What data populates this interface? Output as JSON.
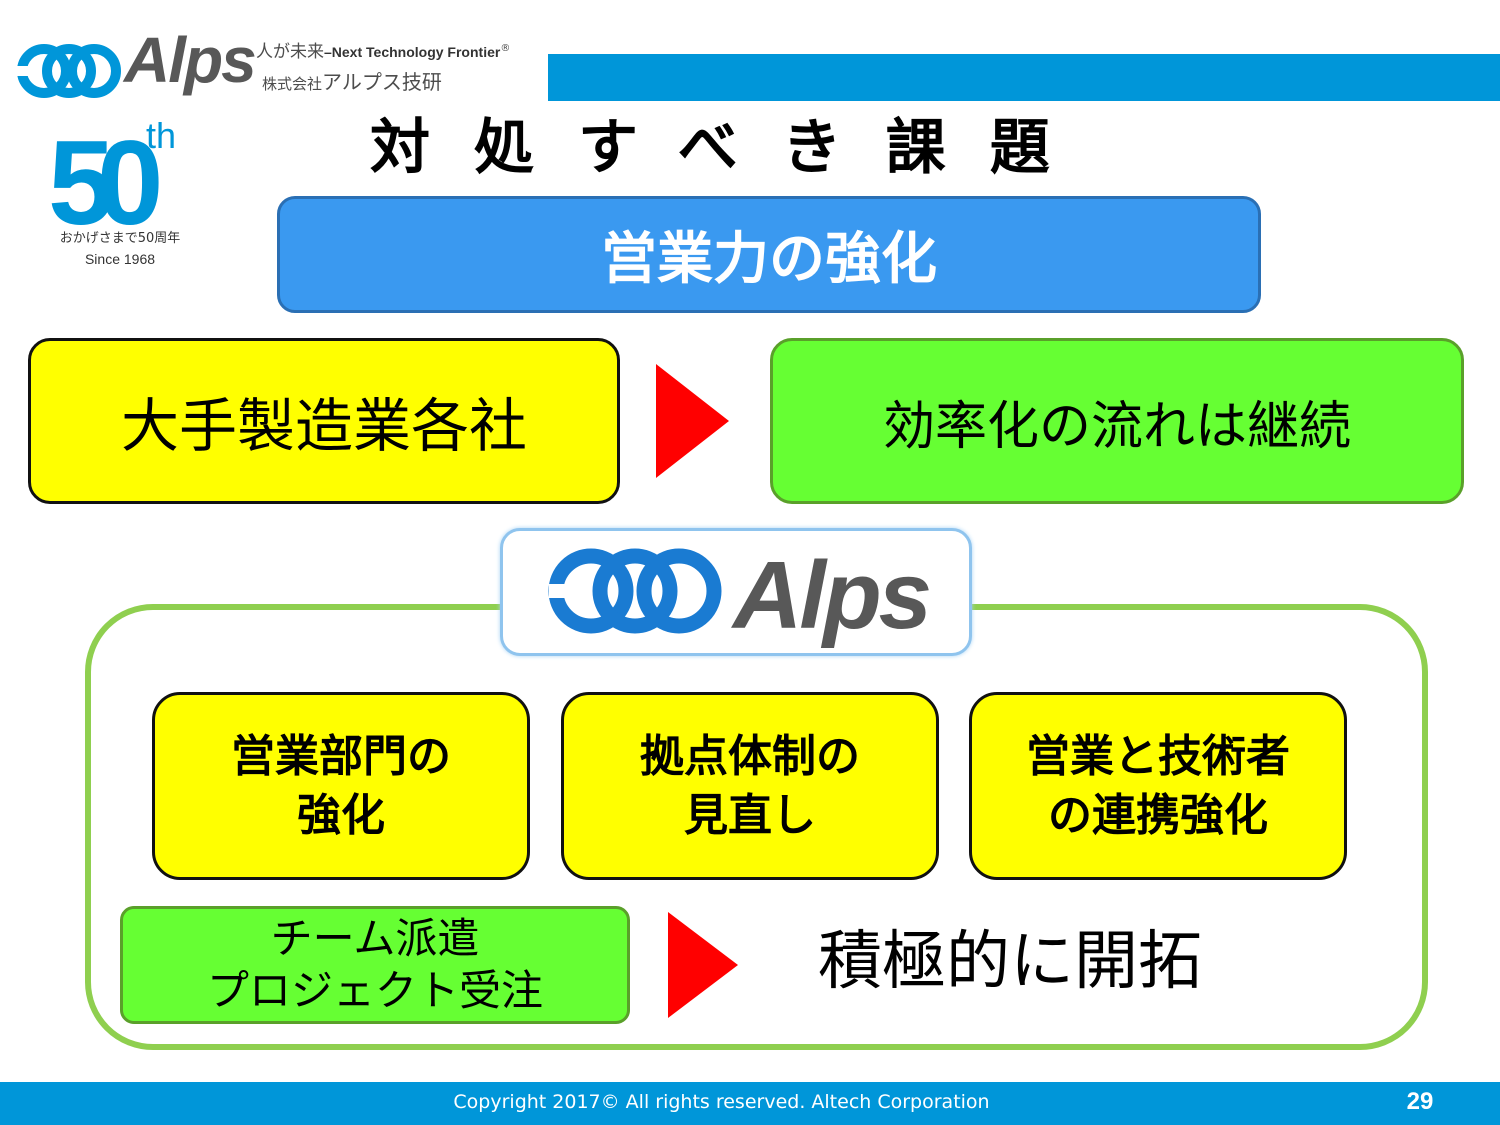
{
  "header": {
    "logo_text": "Alps",
    "tagline_jp": "人が未来",
    "tagline_en": "–Next Technology Frontier",
    "tagline_mark": "®",
    "company_prefix": "株式会社",
    "company_name": "アルプス技研",
    "bar_color": "#0096d9"
  },
  "badge": {
    "number": "50",
    "suffix": "th",
    "caption": "おかげさまで50周年",
    "since": "Since 1968"
  },
  "slide": {
    "title": "対処すべき課題",
    "banner": "営業力の強化",
    "top_left": "大手製造業各社",
    "top_right": "効率化の流れは継続",
    "panel_logo_text": "Alps",
    "items": [
      {
        "line1": "営業部門の",
        "line2": "強化"
      },
      {
        "line1": "拠点体制の",
        "line2": "見直し"
      },
      {
        "line1": "営業と技術者",
        "line2": "の連携強化"
      }
    ],
    "bottom_left_line1": "チーム派遣",
    "bottom_left_line2": "プロジェクト受注",
    "bottom_right": "積極的に開拓"
  },
  "footer": {
    "copyright": "Copyright 2017© All rights reserved. Altech Corporation",
    "page_number": "29"
  }
}
